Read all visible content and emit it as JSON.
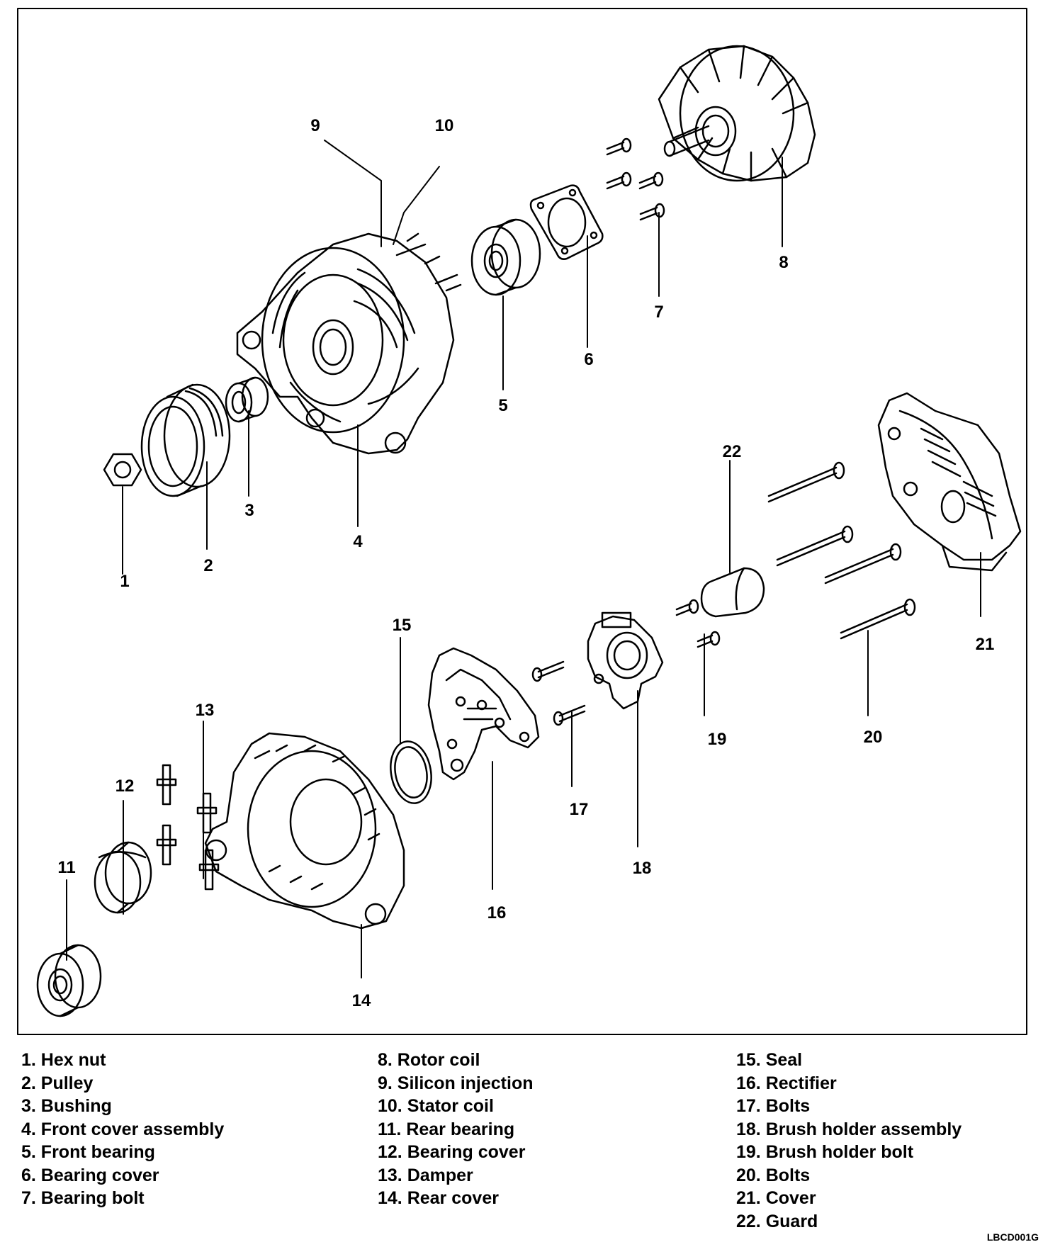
{
  "callouts": [
    "1",
    "2",
    "3",
    "4",
    "5",
    "6",
    "7",
    "8",
    "9",
    "10",
    "11",
    "12",
    "13",
    "14",
    "15",
    "16",
    "17",
    "18",
    "19",
    "20",
    "21",
    "22"
  ],
  "legend": {
    "col1": [
      "1. Hex nut",
      "2. Pulley",
      "3. Bushing",
      "4. Front cover assembly",
      "5. Front bearing",
      "6. Bearing cover",
      "7. Bearing bolt"
    ],
    "col2": [
      "8. Rotor coil",
      "9. Silicon injection",
      "10. Stator coil",
      "11. Rear bearing",
      "12. Bearing cover",
      "13. Damper",
      "14. Rear cover"
    ],
    "col3": [
      "15. Seal",
      "16. Rectifier",
      "17. Bolts",
      "18. Brush holder assembly",
      "19. Brush holder bolt",
      "20. Bolts",
      "21. Cover",
      "22. Guard"
    ]
  },
  "figure_code": "LBCD001G"
}
